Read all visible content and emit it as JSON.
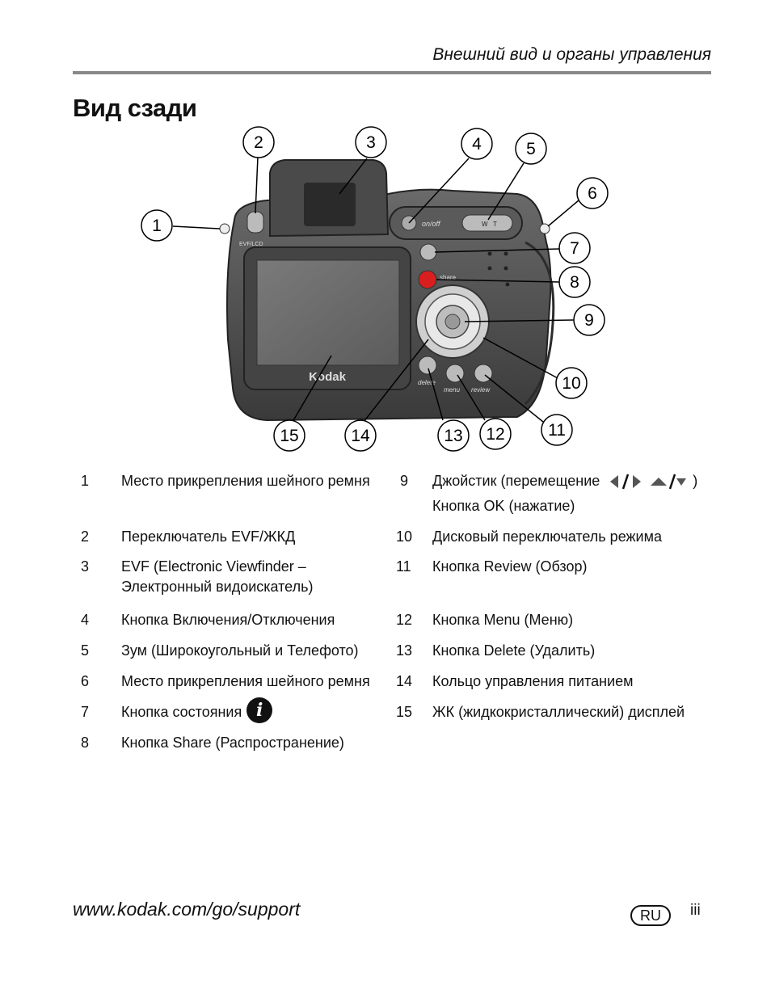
{
  "header": {
    "section_title": "Внешний вид и органы управления"
  },
  "page": {
    "title": "Вид сзади"
  },
  "diagram": {
    "camera_labels": {
      "evf_lcd": "EVF/LCD",
      "on_off": "on/off",
      "share": "share",
      "brand": "Kodak",
      "delete": "delete",
      "menu": "menu",
      "review": "review",
      "zoom_w": "W",
      "zoom_t": "T"
    },
    "callouts": [
      "1",
      "2",
      "3",
      "4",
      "5",
      "6",
      "7",
      "8",
      "9",
      "10",
      "11",
      "12",
      "13",
      "14",
      "15"
    ]
  },
  "legend": {
    "left": [
      {
        "num": "1",
        "lines": [
          "Место прикрепления шейного ремня"
        ]
      },
      {
        "num": "2",
        "lines": [
          "Переключатель EVF/ЖКД"
        ]
      },
      {
        "num": "3",
        "lines": [
          "EVF (Electronic Viewfinder –",
          "Электронный видоискатель)"
        ]
      },
      {
        "num": "4",
        "lines": [
          "Кнопка Включения/Отключения"
        ]
      },
      {
        "num": "5",
        "lines": [
          "Зум (Широкоугольный и Телефото)"
        ]
      },
      {
        "num": "6",
        "lines": [
          "Место прикрепления шейного ремня"
        ]
      },
      {
        "num": "7",
        "lines": [
          "Кнопка состояния"
        ],
        "icon": "info-icon"
      },
      {
        "num": "8",
        "lines": [
          "Кнопка Share (Распространение)"
        ]
      }
    ],
    "right": [
      {
        "num": "9",
        "lines": [
          "Джойстик (перемещение",
          "Кнопка OK (нажатие)"
        ],
        "close_paren": ")"
      },
      {
        "num": "10",
        "lines": [
          "Дисковый переключатель режима"
        ]
      },
      {
        "num": "11",
        "lines": [
          "Кнопка Review (Обзор)"
        ]
      },
      {
        "num": "12",
        "lines": [
          "Кнопка Menu (Меню)"
        ]
      },
      {
        "num": "13",
        "lines": [
          "Кнопка Delete (Удалить)"
        ]
      },
      {
        "num": "14",
        "lines": [
          "Кольцо управления питанием"
        ]
      },
      {
        "num": "15",
        "lines": [
          "ЖК (жидкокристаллический) дисплей"
        ]
      }
    ]
  },
  "footer": {
    "url": "www.kodak.com/go/support",
    "language_badge": "RU",
    "page_number": "iii"
  }
}
